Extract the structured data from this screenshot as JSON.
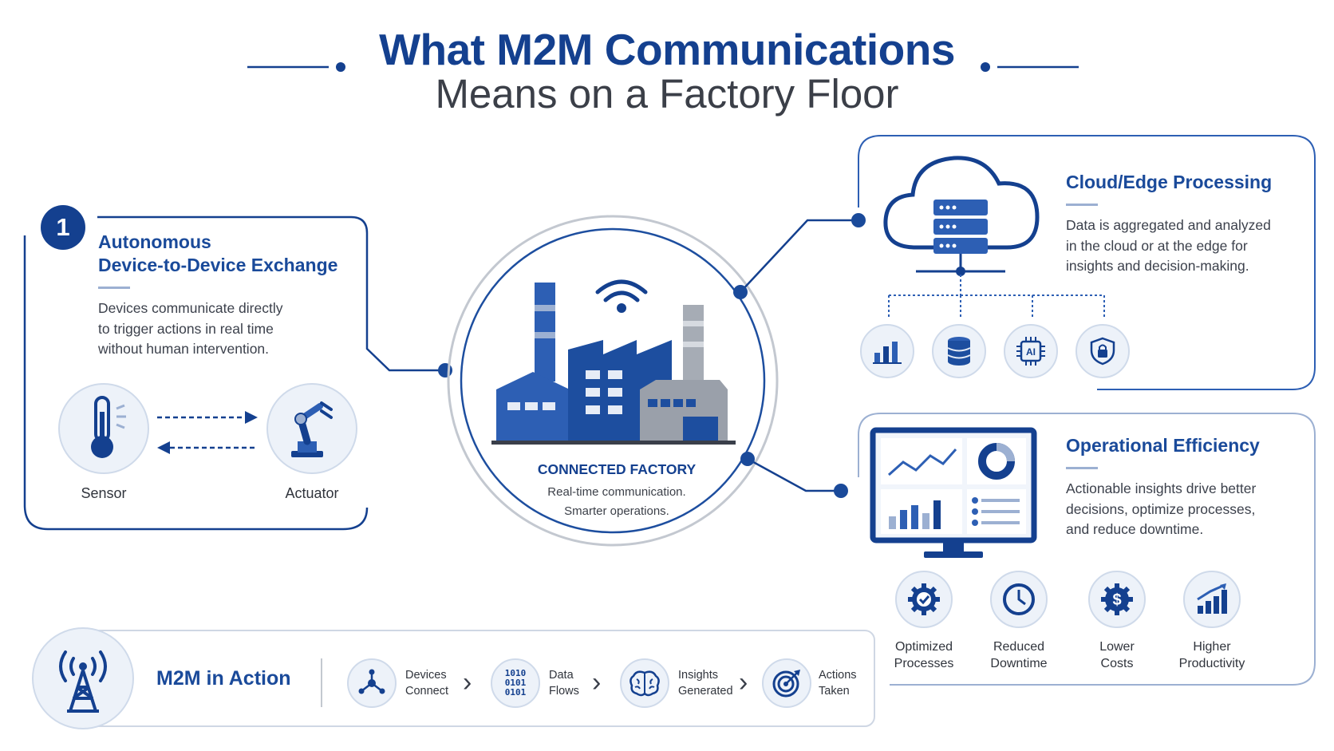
{
  "title": {
    "line1": "What M2M Communications",
    "line2": "Means on a Factory Floor"
  },
  "device_exchange": {
    "badge": "1",
    "title_line1": "Autonomous",
    "title_line2": "Device-to-Device Exchange",
    "body_lines": [
      "Devices communicate directly",
      "to trigger actions in real time",
      "without human intervention."
    ],
    "sensor_label": "Sensor",
    "actuator_label": "Actuator"
  },
  "factory": {
    "title": "CONNECTED FACTORY",
    "line1": "Real-time communication.",
    "line2": "Smarter operations."
  },
  "cloud": {
    "title": "Cloud/Edge Processing",
    "body_lines": [
      "Data is aggregated and analyzed",
      "in the cloud or at the edge for",
      "insights and decision-making."
    ],
    "chip_label": "AI"
  },
  "efficiency": {
    "title": "Operational Efficiency",
    "body_lines": [
      "Actionable insights drive better",
      "decisions, optimize processes,",
      "and reduce downtime."
    ],
    "benefits": [
      {
        "line1": "Optimized",
        "line2": "Processes"
      },
      {
        "line1": "Reduced",
        "line2": "Downtime"
      },
      {
        "line1": "Lower",
        "line2": "Costs"
      },
      {
        "line1": "Higher",
        "line2": "Productivity"
      }
    ]
  },
  "action": {
    "title": "M2M in Action",
    "steps": [
      {
        "line1": "Devices",
        "line2": "Connect"
      },
      {
        "line1": "Data",
        "line2": "Flows"
      },
      {
        "line1": "Insights",
        "line2": "Generated"
      },
      {
        "line1": "Actions",
        "line2": "Taken"
      }
    ],
    "binary_lines": [
      "1010",
      "0101",
      "0101"
    ]
  },
  "colors": {
    "primary": "#14408f",
    "accent": "#2d5fb4",
    "light": "#edf2f9",
    "gray": "#9ba1ab"
  }
}
